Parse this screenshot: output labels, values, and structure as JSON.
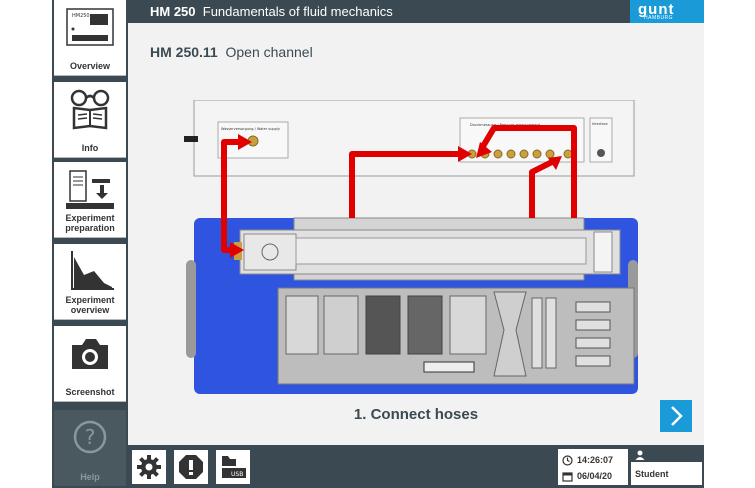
{
  "header": {
    "code": "HM 250",
    "title": "Fundamentals of fluid mechanics",
    "logo": "gunt",
    "logo_sub": "HAMBURG"
  },
  "sidebar": {
    "items": [
      {
        "label": "Overview",
        "icon": "device-icon"
      },
      {
        "label": "Info",
        "icon": "book-glasses-icon"
      },
      {
        "label": "Experiment preparation",
        "icon": "experiment-prep-icon"
      },
      {
        "label": "Experiment overview",
        "icon": "chart-icon"
      },
      {
        "label": "Screenshot",
        "icon": "camera-icon"
      },
      {
        "label": "Help",
        "icon": "help-icon"
      }
    ],
    "device_label": "HM250"
  },
  "page": {
    "code": "HM 250.11",
    "title": "Open channel"
  },
  "diagram": {
    "water_supply_label": "Wasserversorgung / Water supply",
    "pressure_label": "Druckmessung / Pressure measurement",
    "interface_label": "Interface"
  },
  "step": {
    "text": "1. Connect hoses"
  },
  "bottombar": {
    "usb_label": "USB",
    "time": "14:26:07",
    "date": "06/04/20",
    "user": "Student"
  },
  "colors": {
    "header_bg": "#3b4a52",
    "accent": "#1a9bd7",
    "hose": "#e00000",
    "base_plate": "#2f55e0"
  }
}
